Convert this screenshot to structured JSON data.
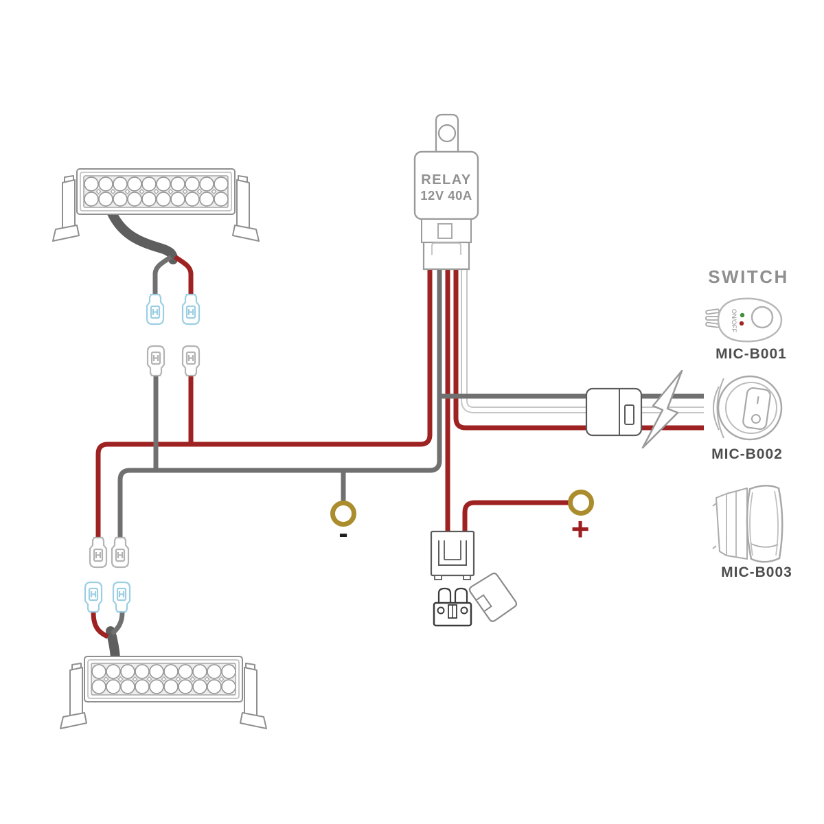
{
  "colors": {
    "background": "#ffffff",
    "wire_red": "#9e2222",
    "wire_gray": "#707070",
    "wire_white_core": "#ffffff",
    "wire_white_outline": "#c6c6c6",
    "cable_gray": "#5e5e5e",
    "connector_blue": "#9ccfe3",
    "connector_gray": "#b3b3b3",
    "component_outline": "#9a9a9a",
    "ring_terminal_gold": "#ab8d2e",
    "positive_red": "#9e1f1f",
    "negative_black": "#1e1e1e",
    "relay_text_gray": "#919191",
    "switch_title_gray": "#8f8f8f",
    "model_label_gray": "#4d4d4d",
    "indicator_green": "#3f8f3f",
    "indicator_red": "#a02525"
  },
  "relay": {
    "label_line1": "RELAY",
    "label_line2": "12V 40A"
  },
  "terminals": {
    "positive_label": "+",
    "negative_label": "-"
  },
  "switch_section": {
    "title": "SWITCH",
    "options": [
      {
        "model": "MIC-B001",
        "indicator_text": "ON/OFF",
        "type": "oval-remote-switch"
      },
      {
        "model": "MIC-B002",
        "type": "round-rocker-switch"
      },
      {
        "model": "MIC-B003",
        "type": "flat-rocker-switch"
      }
    ]
  },
  "components": {
    "light_bar_top": "dual-row-led-light-bar",
    "light_bar_bottom": "dual-row-led-light-bar",
    "relay": "automotive-relay-12v-40a",
    "fuse": "blade-fuse-with-holder",
    "connectors": "quick-disconnect-spade-terminals",
    "ring_negative": "negative-ring-terminal",
    "ring_positive": "positive-ring-terminal",
    "lightning": "power-bolt-icon",
    "inline_connector": "two-piece-inline-connector"
  }
}
